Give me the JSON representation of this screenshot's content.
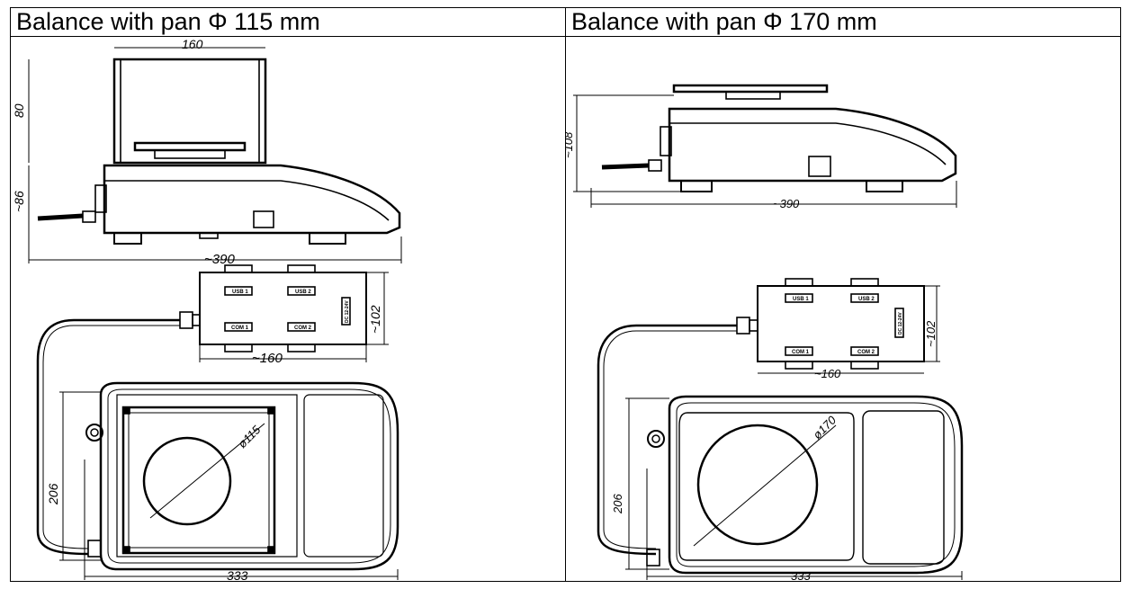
{
  "table": {
    "headers": [
      "Balance with pan Φ 115 mm",
      "Balance with pan Φ 170 mm"
    ]
  },
  "left_drawing": {
    "dims": {
      "top_width": "160",
      "draft_shield_height": "80",
      "body_height": "~86",
      "overall_length": "~390",
      "interface_depth": "~102",
      "interface_width": "~160",
      "pan_diameter": "ø115",
      "base_depth": "206",
      "base_width": "333"
    },
    "ports": [
      "USB 1",
      "USB 2",
      "COM 1",
      "COM 2",
      "DC 12-24V"
    ]
  },
  "right_drawing": {
    "dims": {
      "body_height": "~108",
      "overall_length": "~390",
      "interface_depth": "~102",
      "interface_width": "~160",
      "pan_diameter": "ø170",
      "base_depth": "206",
      "base_width": "333"
    },
    "ports": [
      "USB 1",
      "USB 2",
      "COM 1",
      "COM 2",
      "DC 12-24V"
    ]
  }
}
